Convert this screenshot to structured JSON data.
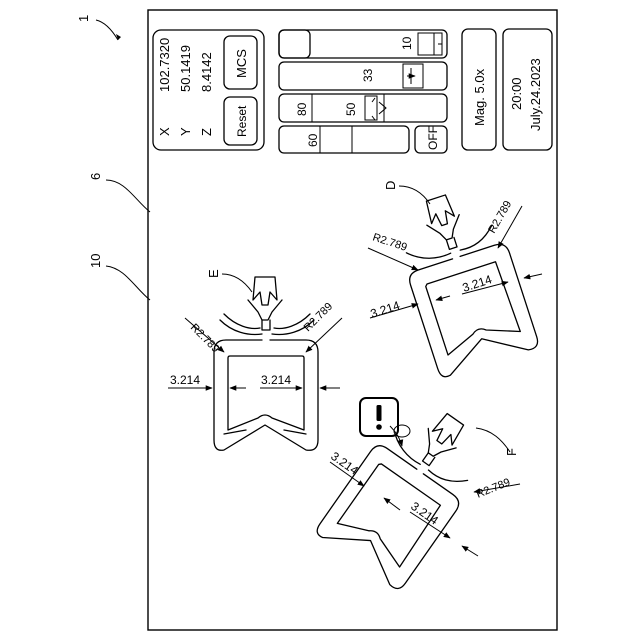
{
  "figure": {
    "ref_1": "1",
    "ref_6": "6",
    "ref_10": "10"
  },
  "panel": {
    "coords": {
      "x_label": "X",
      "x_value": "102.7320",
      "y_label": "Y",
      "y_value": "50.1419",
      "z_label": "Z",
      "z_value": "8.4142"
    },
    "mcs_button": "MCS",
    "reset_button": "Reset",
    "slider_10": "10",
    "slider_33": "33",
    "slider_80": "80",
    "slider_50": "50",
    "slider_60": "60",
    "off_button": "OFF",
    "magnification": "Mag.  5.0x",
    "time": "20:00",
    "date": "July.24.2023"
  },
  "parts": {
    "E": {
      "label": "E",
      "radius_left": "R2.789",
      "radius_right": "R2.789",
      "dim_left": "3.214",
      "dim_right": "3.214"
    },
    "D": {
      "label": "D",
      "radius_left": "R2.789",
      "radius_right": "R2.789",
      "dim_left": "3.214",
      "dim_right": "3.214"
    },
    "F": {
      "label": "F",
      "radius": "R2.789",
      "dim_left": "3.214",
      "dim_right": "3.214"
    }
  },
  "alert_icon": "exclamation-icon"
}
